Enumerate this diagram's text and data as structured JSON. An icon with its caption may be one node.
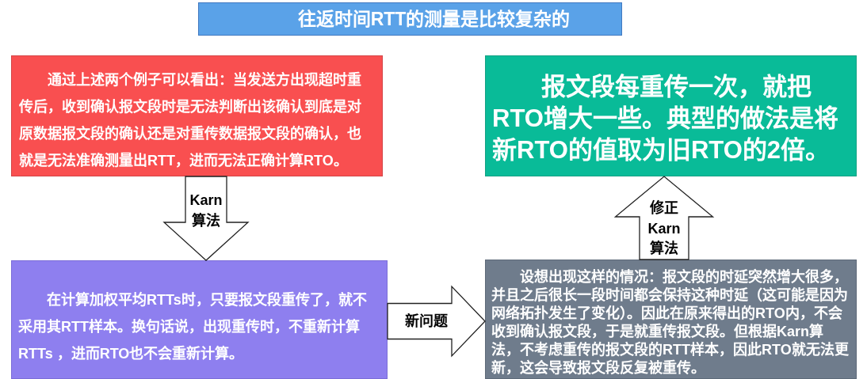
{
  "diagram": {
    "title": "往返时间RTT的测量是比较复杂的",
    "nodes": [
      {
        "text": [
          "通过上述两个例子可以看出：当发送方出现超时重传后，收到确认报文段时是无法判断出该确认到底是对原数据报文段的确认还是对重传数据报文段的确认，也就是无法准确测量出RTT，进而无法正确计算RTO。"
        ]
      },
      {
        "text": [
          "报文段每重传一次，就把RTO增大一些。典型的做法是将新RTO的值取为旧RTO的2倍。"
        ]
      },
      {
        "text": [
          "在计算加权平均RTTs时，只要报文段重传了，就不采用其RTT样本。换句话说，出现重传时，不重新计算RTTs ，进而RTO也不会重新计算。"
        ]
      },
      {
        "text": [
          "设想出现这样的情况：报文段的时延突然增大很多，并且之后很长一段时间都会保持这种时延（这可能是因为网络拓扑发生了变化）。因此在原来得出的RTO内，不会收到确认报文段，于是就重传报文段。但根据Karn算法，不考虑重传的报文段的RTT样本，因此RTO就无法更新，这会导致报文段反复被重传。"
        ]
      }
    ],
    "edges": [
      {
        "from": 0,
        "to": 2,
        "arrow": "to",
        "label": "Karn 算法"
      },
      {
        "from": 2,
        "to": 3,
        "arrow": "to",
        "label": "新问题"
      },
      {
        "from": 3,
        "to": 1,
        "arrow": "to",
        "label": "修正 Karn 算法"
      }
    ]
  }
}
